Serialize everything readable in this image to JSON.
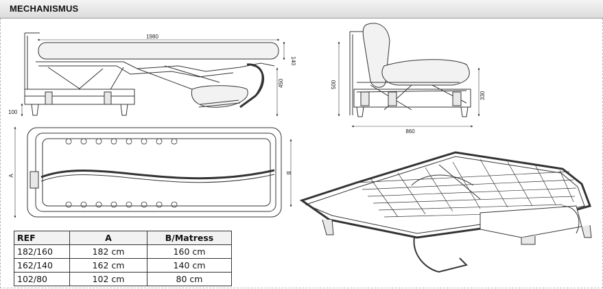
{
  "header": {
    "title": "MECHANISMUS"
  },
  "dimensions": {
    "side_length": "1980",
    "side_thickness": "140",
    "side_height": "450",
    "side_leg": "100",
    "plan_width": "A",
    "plan_length": "B",
    "sofa_height": "500",
    "sofa_seat": "330",
    "sofa_depth": "860"
  },
  "ref_table": {
    "headers": [
      "REF",
      "A",
      "B/Matress"
    ],
    "rows": [
      [
        "182/160",
        "182 cm",
        "160 cm"
      ],
      [
        "162/140",
        "162 cm",
        "140 cm"
      ],
      [
        "102/80",
        "102 cm",
        "80 cm"
      ]
    ]
  },
  "colors": {
    "line": "#333333",
    "fill": "#f2f2f2",
    "header_bg": "#dcdcdc"
  }
}
